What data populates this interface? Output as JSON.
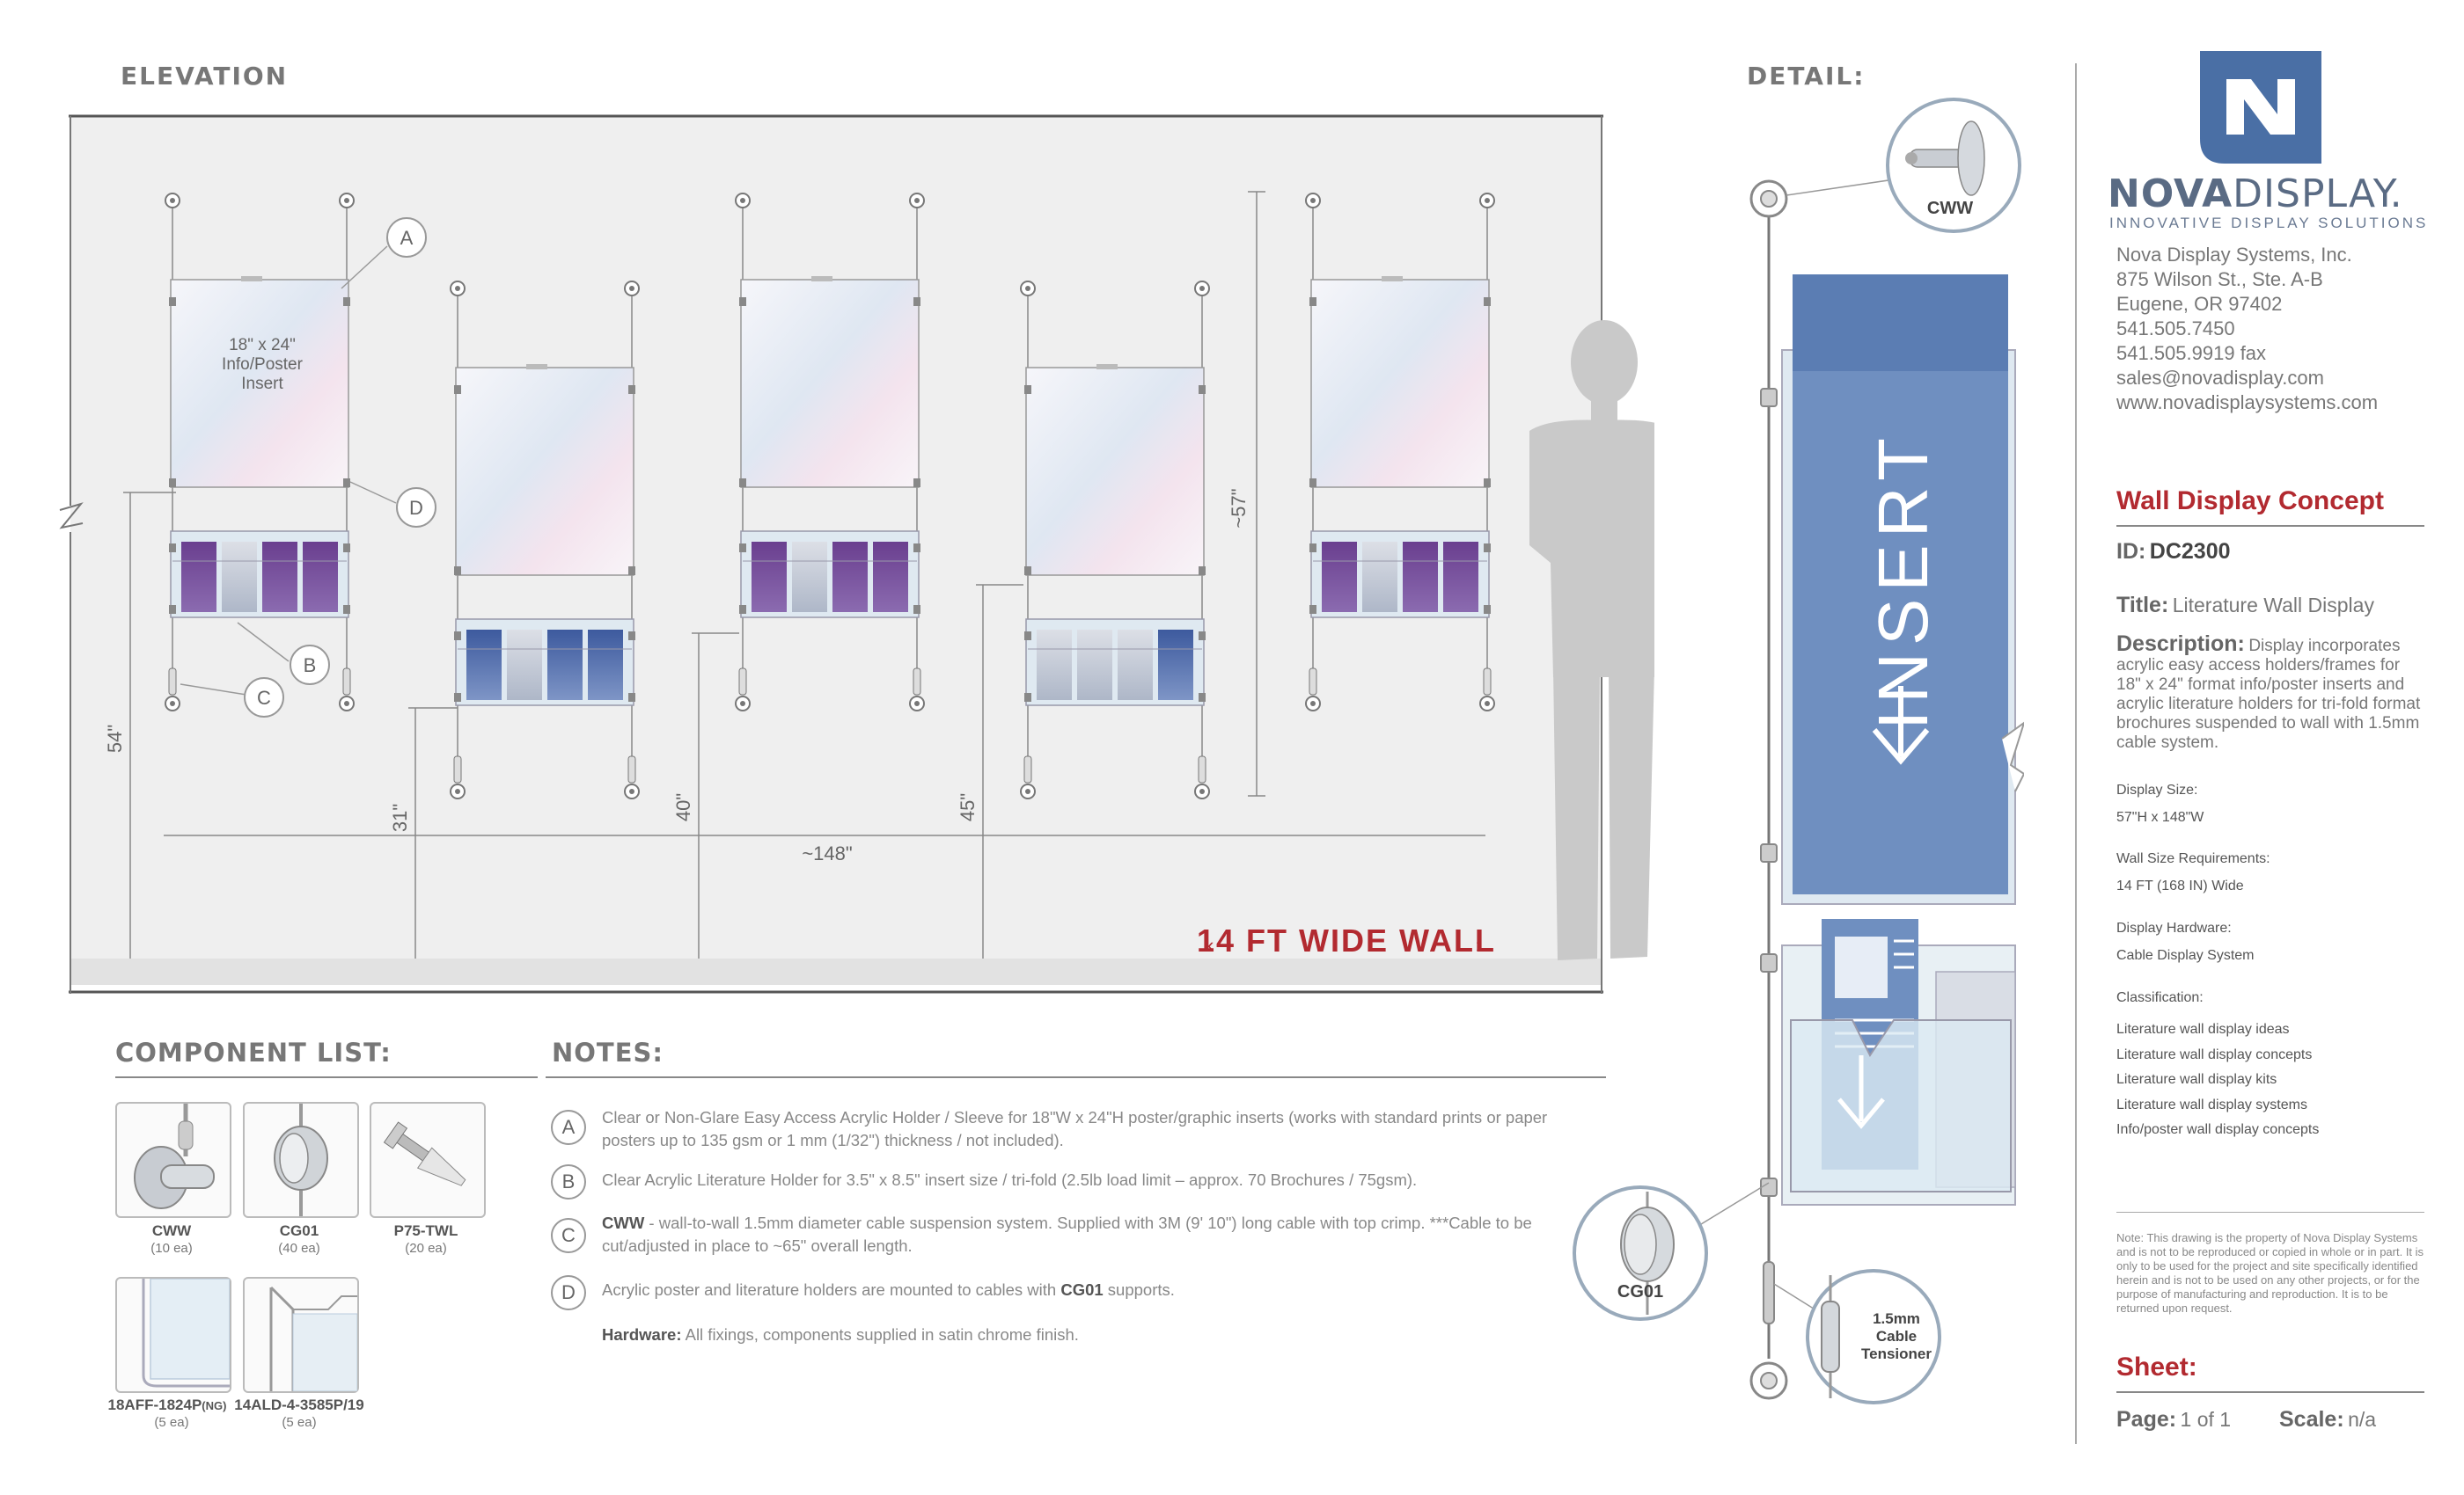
{
  "elevation": {
    "title": "ELEVATION",
    "dims": {
      "width": "~148\"",
      "height": "~57\"",
      "d54": "54\"",
      "d31": "31\"",
      "d40": "40\"",
      "d45": "45\""
    },
    "poster_text": [
      "18\" x 24\"",
      "Info/Poster",
      "Insert"
    ],
    "callouts": [
      "A",
      "B",
      "C",
      "D"
    ],
    "wall_label": "14 FT WIDE WALL"
  },
  "detail": {
    "title": "DETAIL:",
    "insert_text": "INSERT",
    "cww_label": "CWW",
    "cg01_label": "CG01",
    "tensioner_label": [
      "1.5mm",
      "Cable",
      "Tensioner"
    ]
  },
  "components": {
    "title": "COMPONENT LIST:",
    "items": [
      {
        "icon": "cable-wall-fitting-icon",
        "code": "CWW",
        "qty": "(10 ea)"
      },
      {
        "icon": "cable-gripper-icon",
        "code": "CG01",
        "qty": "(40 ea)"
      },
      {
        "icon": "screw-anchor-icon",
        "code": "P75-TWL",
        "qty": "(20 ea)"
      },
      {
        "icon": "acrylic-frame-icon",
        "code": "18AFF-1824P",
        "code_suffix": "(NG)",
        "qty": "(5 ea)"
      },
      {
        "icon": "literature-holder-icon",
        "code": "14ALD-4-3585P/19",
        "qty": "(5 ea)"
      }
    ]
  },
  "notes": {
    "title": "NOTES:",
    "items": [
      {
        "letter": "A",
        "lines": [
          "Clear or Non-Glare Easy Access Acrylic Holder / Sleeve for 18\"W x 24\"H poster/graphic inserts (works with standard prints or paper",
          "posters up to 135 gsm or 1 mm (1/32\") thickness / not included)."
        ]
      },
      {
        "letter": "B",
        "lines": [
          "Clear Acrylic Literature Holder for 3.5\" x 8.5\" insert size / tri-fold (2.5lb load limit – approx. 70 Brochures / 75gsm)."
        ]
      },
      {
        "letter": "C",
        "bold": "CWW",
        "lines": [
          " - wall-to-wall 1.5mm diameter cable suspension system. Supplied with 3M (9' 10\") long cable with top crimp. ***Cable to be",
          "cut/adjusted in place to ~65\" overall length."
        ]
      },
      {
        "letter": "D",
        "pre": "Acrylic poster and literature holders are mounted to cables with ",
        "bold": "CG01",
        "post": " supports."
      }
    ],
    "hardware_label": "Hardware:",
    "hardware_text": " All fixings, components supplied in satin chrome finish."
  },
  "titleblock": {
    "brand_bold": "NOVA",
    "brand_light": "DISPLAY.",
    "tagline": "INNOVATIVE DISPLAY SOLUTIONS",
    "contact": [
      "Nova Display Systems, Inc.",
      "875 Wilson St., Ste. A-B",
      "Eugene, OR 97402",
      "541.505.7450",
      "541.505.9919 fax",
      "sales@novadisplay.com",
      "www.novadisplaysystems.com"
    ],
    "concept": "Wall Display Concept",
    "id_label": "ID:",
    "id_value": "DC2300",
    "title_label": "Title:",
    "title_value": "Literature Wall Display",
    "desc_label": "Description:",
    "desc_value": "Display incorporates acrylic easy access holders/frames for 18\" x 24\" format info/poster inserts and acrylic literature holders for tri-fold format brochures suspended to wall with 1.5mm cable system.",
    "size_label": "Display Size:",
    "size_value": "57\"H x 148\"W",
    "wall_label": "Wall Size Requirements:",
    "wall_value": "14 FT (168 IN) Wide",
    "hw_label": "Display Hardware:",
    "hw_value": "Cable Display System",
    "class_label": "Classification:",
    "class_values": [
      "Literature wall display ideas",
      "Literature wall display concepts",
      "Literature wall display kits",
      "Literature wall display systems",
      "Info/poster wall display concepts"
    ],
    "disclaimer": "Note: This drawing is the property of Nova Display Systems and is not to be reproduced or copied in whole or in part. It is only to be used for the project and site specifically identified herein and is not to be used on any other projects, or for the purpose of manufacturing and reproduction. It is to be returned upon request.",
    "sheet_label": "Sheet:",
    "page_label": "Page:",
    "page_value": "1 of 1",
    "scale_label": "Scale:",
    "scale_value": "n/a"
  },
  "colors": {
    "accent_red": "#b22a30",
    "brand_blue": "#4a6fa5",
    "wall_gray": "#efefef",
    "insert_blue": "#6f8fc0"
  }
}
